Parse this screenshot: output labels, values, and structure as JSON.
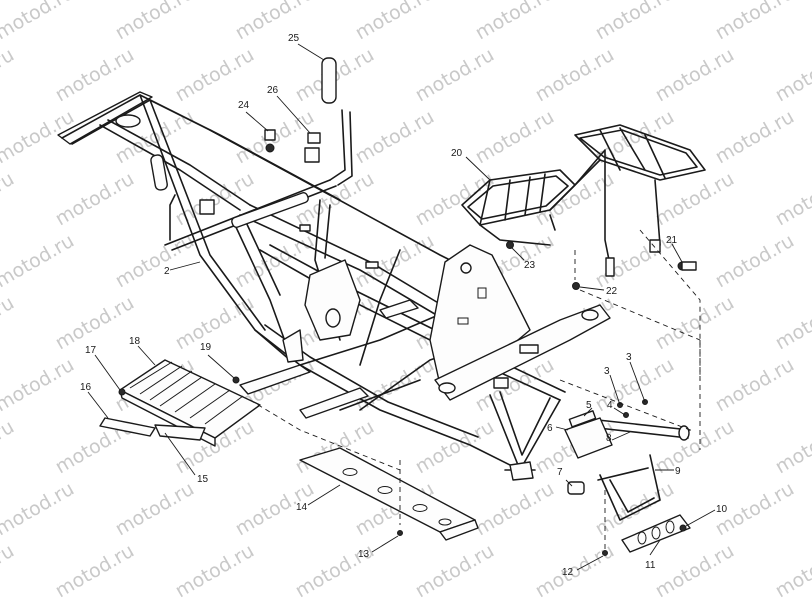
{
  "watermark": {
    "text": "motod.ru"
  },
  "callouts": [
    "2",
    "3",
    "3",
    "4",
    "5",
    "6",
    "7",
    "8",
    "9",
    "10",
    "11",
    "12",
    "13",
    "14",
    "15",
    "16",
    "17",
    "18",
    "19",
    "20",
    "21",
    "22",
    "23",
    "24",
    "25",
    "26"
  ],
  "colors": {
    "line": "#1a1a1a",
    "watermark": "#c9c9c9",
    "background": "#ffffff"
  }
}
